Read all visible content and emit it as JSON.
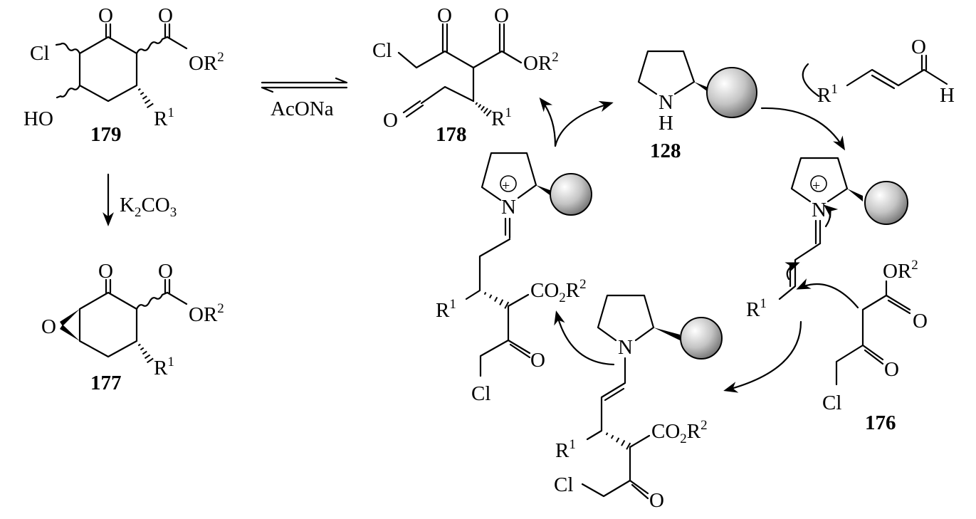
{
  "compounds": {
    "c179": {
      "label": "179",
      "cl": "Cl",
      "o_ketone": "O",
      "o_ester": "O",
      "or": "OR",
      "or_sup": "2",
      "ho": "HO",
      "r": "R",
      "r_sup": "1"
    },
    "c177": {
      "label": "177",
      "o_epoxide": "O",
      "o_ketone": "O",
      "o_ester": "O",
      "or": "OR",
      "or_sup": "2",
      "r": "R",
      "r_sup": "1"
    },
    "c178": {
      "label": "178",
      "cl": "Cl",
      "o_ketone": "O",
      "o_ester": "O",
      "or": "OR",
      "or_sup": "2",
      "o_aldehyde": "O",
      "r": "R",
      "r_sup": "1"
    },
    "c128": {
      "label": "128",
      "n": "N",
      "h": "H"
    },
    "enal": {
      "r": "R",
      "r_sup": "1",
      "o": "O",
      "h": "H"
    },
    "iminium_right": {
      "n": "N",
      "plus": "+",
      "r": "R",
      "r_sup": "1"
    },
    "c176": {
      "label": "176",
      "or": "OR",
      "or_sup": "2",
      "o_ester": "O",
      "o_ketone": "O",
      "cl": "Cl"
    },
    "iminium_left": {
      "n": "N",
      "plus": "+",
      "r": "R",
      "r_sup": "1",
      "co": "CO",
      "co_sub": "2",
      "co_r": "R",
      "co_sup": "2",
      "o_ketone": "O",
      "cl": "Cl"
    },
    "enamine": {
      "n": "N",
      "r": "R",
      "r_sup": "1",
      "co": "CO",
      "co_sub": "2",
      "co_r": "R",
      "co_sup": "2",
      "o_ketone": "O",
      "cl": "Cl"
    }
  },
  "reagents": {
    "equilibrium": "AcONa",
    "base_main": "K",
    "base_sub1": "2",
    "base_mid": "CO",
    "base_sub2": "3"
  },
  "colors": {
    "ink": "#000000",
    "sphere_light": "#ffffff",
    "sphere_dark": "#6e6e6e"
  }
}
